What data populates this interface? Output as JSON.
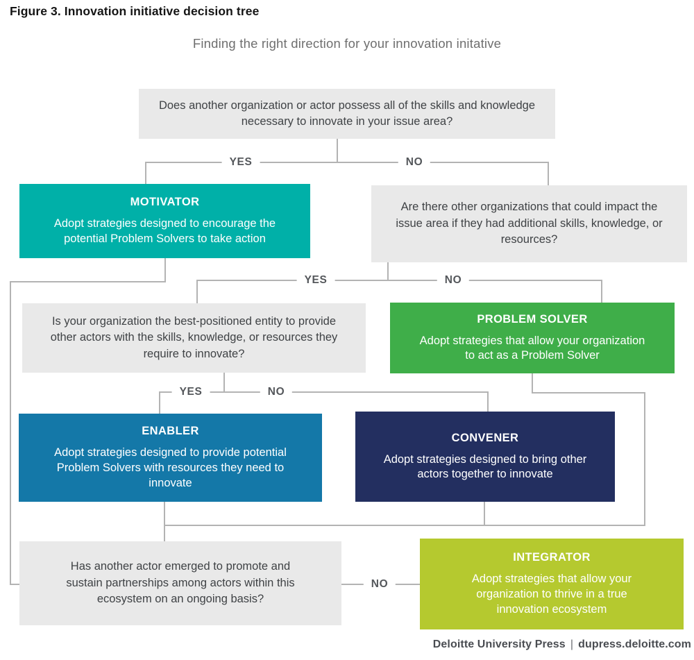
{
  "figure": {
    "title": "Figure 3. Innovation initiative decision tree",
    "subtitle": "Finding the right direction for your innovation initative"
  },
  "labels": {
    "yes": "YES",
    "no": "NO"
  },
  "colors": {
    "question_bg": "#e9e9e9",
    "motivator_bg": "#00b0a8",
    "problem_solver_bg": "#3fae49",
    "enabler_bg": "#1478a8",
    "convener_bg": "#232f60",
    "integrator_bg": "#b5c92f",
    "connector": "#b3b3b3",
    "branch_label_text": "#54575b"
  },
  "nodes": {
    "q1": {
      "text": "Does another organization or actor possess all of the skills and knowledge necessary to innovate in your issue area?"
    },
    "motivator": {
      "title": "MOTIVATOR",
      "body": "Adopt strategies designed to encourage the potential Problem Solvers to take action"
    },
    "q2": {
      "text": "Are there other organizations that could impact the issue area if they had additional skills, knowledge, or resources?"
    },
    "q3": {
      "text": "Is your organization the best-positioned entity to provide other actors with the skills, knowledge, or resources they require to innovate?"
    },
    "problem_solver": {
      "title": "PROBLEM SOLVER",
      "body": "Adopt strategies that allow your organization to act as a Problem Solver"
    },
    "enabler": {
      "title": "ENABLER",
      "body": "Adopt strategies designed to provide potential Problem Solvers with resources they need to innovate"
    },
    "convener": {
      "title": "CONVENER",
      "body": "Adopt strategies designed to bring other actors together to innovate"
    },
    "q4": {
      "text": "Has another actor emerged to promote and sustain partnerships among actors within this ecosystem on an ongoing basis?"
    },
    "integrator": {
      "title": "INTEGRATOR",
      "body": "Adopt strategies that allow your organization to thrive in a true innovation ecosystem"
    }
  },
  "footer": {
    "publisher": "Deloitte University Press",
    "separator": "|",
    "url": "dupress.deloitte.com"
  }
}
